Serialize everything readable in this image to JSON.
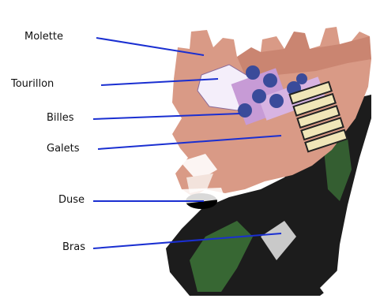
{
  "labels": {
    "molette": "Molette",
    "tourillon": "Tourillon",
    "billes": "Billes",
    "galets": "Galets",
    "duse": "Duse",
    "bras": "Bras"
  },
  "colors": {
    "leader": "#1a2fd1",
    "cone": "#d99a86",
    "cone_dark": "#b86d58",
    "arm": "#1c1c1c",
    "arm_shade": "#3f7a3a",
    "bearing": "#f0e6b8",
    "pin": "#c79bd6",
    "ball": "#3a4b9a"
  }
}
